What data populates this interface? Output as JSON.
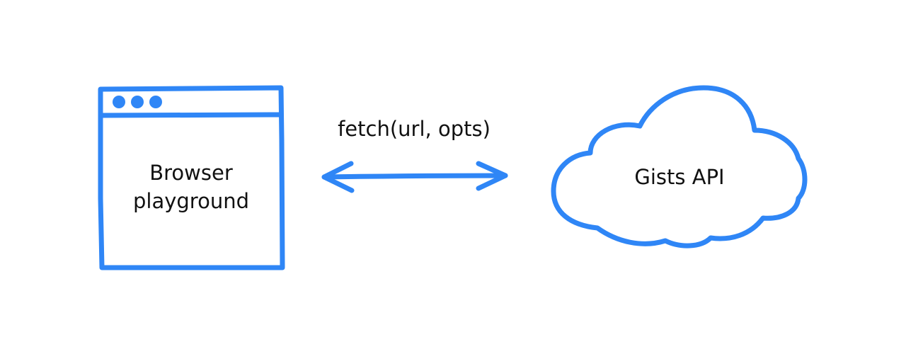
{
  "diagram": {
    "browser_window": {
      "label_line1": "Browser",
      "label_line2": "playground",
      "icon": "browser-window-icon"
    },
    "connector": {
      "label": "fetch(url, opts)",
      "icon": "double-headed-arrow"
    },
    "cloud": {
      "label": "Gists API",
      "icon": "cloud-icon"
    }
  },
  "colors": {
    "stroke": "#2f86f6",
    "text": "#111111",
    "background": "#ffffff"
  }
}
